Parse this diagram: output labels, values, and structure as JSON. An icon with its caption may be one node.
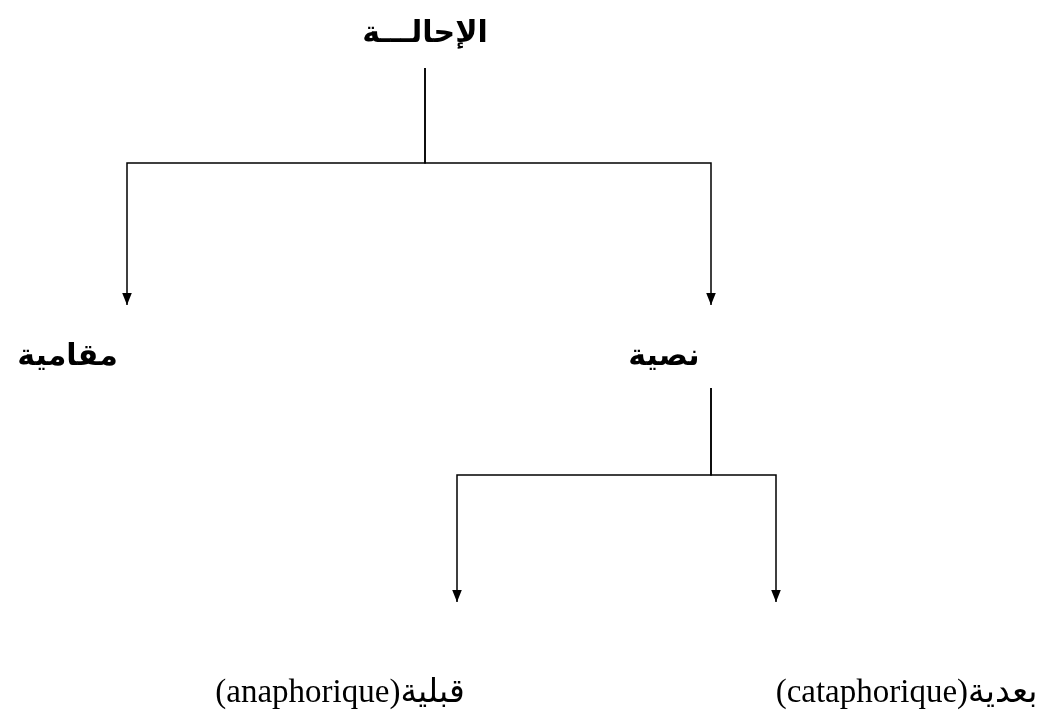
{
  "diagram": {
    "nodes": [
      {
        "text": [
          "الإحالـــة"
        ]
      },
      {
        "text": [
          "مقامية"
        ]
      },
      {
        "text": [
          "نصية"
        ]
      },
      {
        "text": [
          "قبلية(anaphorique)"
        ]
      },
      {
        "text": [
          "بعدية(cataphorique)"
        ]
      }
    ],
    "edges": [
      {
        "from": 0,
        "to": 1,
        "arrow": "to"
      },
      {
        "from": 0,
        "to": 2,
        "arrow": "to"
      },
      {
        "from": 2,
        "to": 3,
        "arrow": "to"
      },
      {
        "from": 2,
        "to": 4,
        "arrow": "to"
      }
    ]
  }
}
